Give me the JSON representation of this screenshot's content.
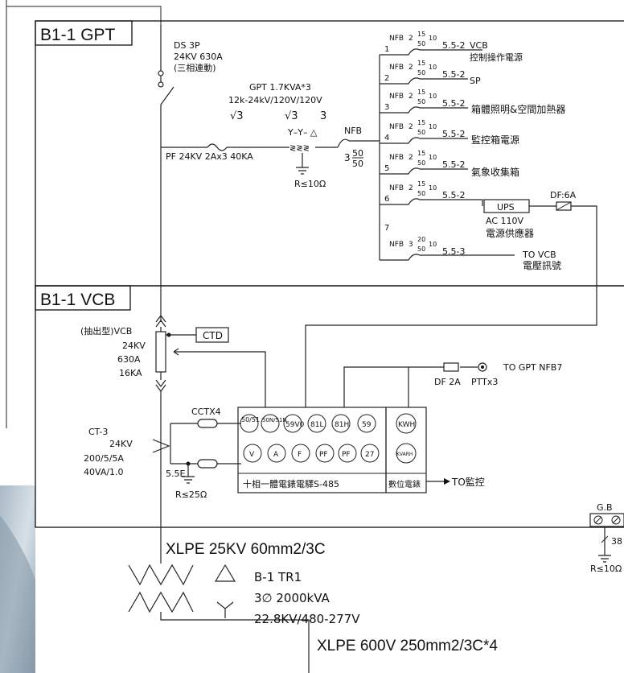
{
  "gpt_panel": {
    "title": "B1-1 GPT",
    "ds": {
      "l1": "DS 3P",
      "l2": "24KV   630A",
      "l3": "(三相連動)"
    },
    "gpt": {
      "l1": "GPT 1.7KVA*3",
      "l2": "12k-24kV/120V/120V",
      "l3a": "√3",
      "l3b": "√3",
      "l3c": "3",
      "conn": "Y–Y– △",
      "ground": "R≤10Ω"
    },
    "pf": "PF  24KV 2Ax3 40KA",
    "nfb_main": {
      "label": "NFB",
      "poles": "3",
      "top": "50",
      "bot": "50"
    },
    "branches": [
      {
        "num": "1",
        "nfb": "NFB",
        "p": "2",
        "a": "15",
        "b": "50",
        "c": "10",
        "wire": "5.5-2",
        "desc": "VCB",
        "desc2": "控制操作電源"
      },
      {
        "num": "2",
        "nfb": "NFB",
        "p": "2",
        "a": "15",
        "b": "50",
        "c": "10",
        "wire": "5.5-2",
        "desc": "SP",
        "desc2": ""
      },
      {
        "num": "3",
        "nfb": "NFB",
        "p": "2",
        "a": "15",
        "b": "50",
        "c": "10",
        "wire": "5.5-2",
        "desc": "箱體照明&空間加熱器",
        "desc2": ""
      },
      {
        "num": "4",
        "nfb": "NFB",
        "p": "2",
        "a": "15",
        "b": "50",
        "c": "10",
        "wire": "5.5-2",
        "desc": "監控箱電源",
        "desc2": ""
      },
      {
        "num": "5",
        "nfb": "NFB",
        "p": "2",
        "a": "15",
        "b": "50",
        "c": "10",
        "wire": "5.5-2",
        "desc": "氣象收集箱",
        "desc2": ""
      },
      {
        "num": "6",
        "nfb": "NFB",
        "p": "2",
        "a": "15",
        "b": "50",
        "c": "10",
        "wire": "5.5-2",
        "desc": "",
        "desc2": ""
      },
      {
        "num": "7",
        "nfb": "NFB",
        "p": "3",
        "a": "20",
        "b": "50",
        "c": "10",
        "wire": "5.5-3",
        "desc": "TO VCB",
        "desc2": "電壓訊號"
      }
    ],
    "ups": {
      "label": "UPS",
      "df": "DF:6A",
      "l1": "AC 110V",
      "l2": "電源供應器"
    }
  },
  "vcb_panel": {
    "title": "B1-1 VCB",
    "vcb": {
      "l1": "(抽出型)VCB",
      "l2": "24KV",
      "l3": "630A",
      "l4": "16KA"
    },
    "ctd": "CTD",
    "ct": {
      "l1": "CT-3",
      "l2": "24KV",
      "l3": "200/5/5A",
      "l4": "40VA/1.0"
    },
    "cctx": "CCTX4",
    "ground": {
      "l1": "5.5E",
      "l2": "R≤25Ω"
    },
    "df2": "DF 2A",
    "ptt": "PTTx3",
    "to_gpt": "TO GPT NFB7",
    "relays_top": [
      "50/51",
      "50N/51N",
      "59V0",
      "81L",
      "81H",
      "59"
    ],
    "relays_bot": [
      "V",
      "A",
      "F",
      "PF",
      "PF",
      "27"
    ],
    "relay_caption": "十相一體電錶電驛S-485",
    "meters": [
      "KWH",
      "KVARH"
    ],
    "meter_caption": "數位電錶",
    "to_monitor": "TO監控",
    "gb": {
      "label": "G.B",
      "size": "38",
      "r": "R≤10Ω"
    }
  },
  "transformer": {
    "cable_in": "XLPE 25KV 60mm2/3C",
    "name": "B-1 TR1",
    "rating": "3∅ 2000kVA",
    "voltage": "22.8KV/480-277V",
    "cable_out": "XLPE 600V 250mm2/3C*4"
  }
}
